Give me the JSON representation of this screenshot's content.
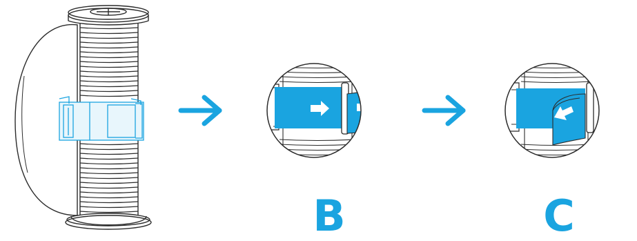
{
  "colors": {
    "accent": "#1aa4e0",
    "outline": "#2b2b2b",
    "light_blue": "#8fd3f0",
    "arrow_white": "#ffffff"
  },
  "steps": [
    {
      "id": "A",
      "label": ""
    },
    {
      "id": "B",
      "label": "B"
    },
    {
      "id": "C",
      "label": "C"
    }
  ],
  "icons": {
    "step_arrow": "arrow-right-icon",
    "strap_arrow": "arrow-right-icon",
    "peel_arrow": "arrow-up-left-icon"
  }
}
